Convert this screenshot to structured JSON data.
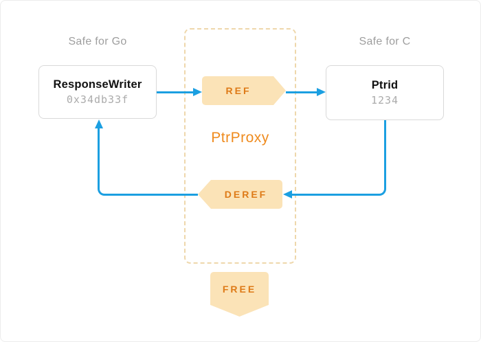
{
  "colors": {
    "arrow-blue": "#1b9fe1",
    "op-fill": "#fbe3b7",
    "op-text": "#de7a17",
    "proxy-text": "#ef8b1e",
    "proxy-border": "#eed7ab",
    "muted-text": "#9e9e9e",
    "value-text": "#ababab",
    "node-border": "#d9d9d9",
    "node-title": "#111111"
  },
  "zones": {
    "go": "Safe for Go",
    "c": "Safe for C"
  },
  "proxy": {
    "label": "PtrProxy"
  },
  "nodes": {
    "go": {
      "title": "ResponseWriter",
      "value": "0x34db33f"
    },
    "c": {
      "title": "Ptrid",
      "value": "1234"
    }
  },
  "operations": {
    "ref": "REF",
    "deref": "DEREF",
    "free": "FREE"
  }
}
